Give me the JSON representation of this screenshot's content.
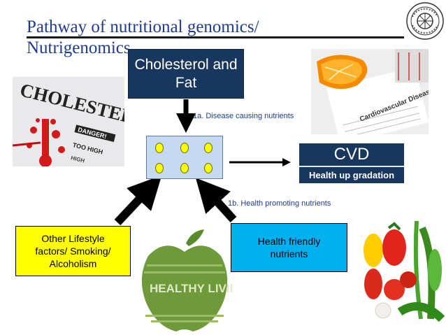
{
  "title": "Pathway of nutritional genomics/ Nutrigenomics",
  "cholesterol_box": "Cholesterol and Fat",
  "note_1a": "1a. Disease causing nutrients",
  "note_1b": "1b. Health promoting nutrients",
  "cvd_box": "CVD",
  "health_up_gradation": "Health up gradation",
  "lifestyle_box": "Other Lifestyle factors/ Smoking/ Alcoholism",
  "health_friendly_box": "Health friendly nutrients",
  "photo_cholesterol": {
    "text": "CHOLESTEROL",
    "sub": [
      "DANGER!",
      "TOO HIGH",
      "HIGH"
    ]
  },
  "photo_cvd": {
    "text": "Cardiovascular Disease"
  },
  "photo_apple": {
    "text": "HEALTHY LIVING"
  },
  "colors": {
    "navy": "#17375e",
    "title_blue": "#1f3c8a",
    "yellow": "#ffff00",
    "cyan": "#00b0f0",
    "cell": "#c5d9f1"
  }
}
